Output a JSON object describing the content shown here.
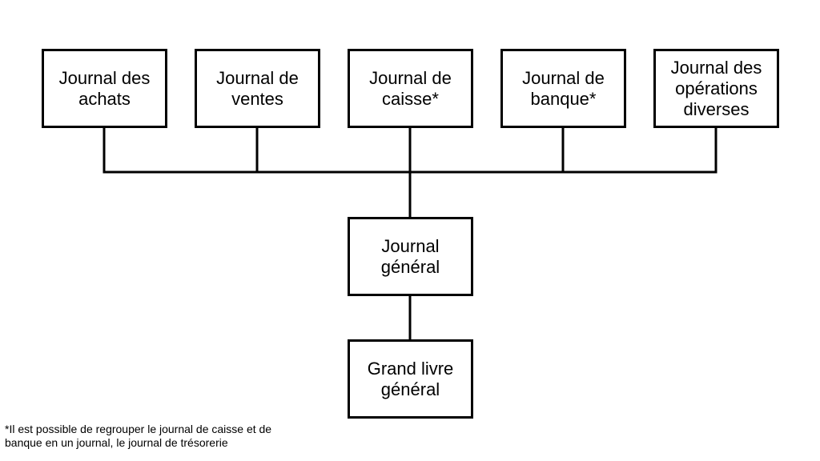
{
  "diagram": {
    "journals": [
      {
        "label": "Journal des\nachats"
      },
      {
        "label": "Journal de\nventes"
      },
      {
        "label": "Journal de\ncaisse*"
      },
      {
        "label": "Journal de\nbanque*"
      },
      {
        "label": "Journal des\nopérations\ndiverses"
      }
    ],
    "general_journal": {
      "label": "Journal\ngénéral"
    },
    "general_ledger": {
      "label": "Grand livre\ngénéral"
    },
    "footnote": "*Il est possible de regrouper le journal de caisse et de\nbanque en un journal, le journal de trésorerie"
  },
  "colors": {
    "line": "#000000",
    "box_border": "#000000",
    "background": "#ffffff"
  }
}
